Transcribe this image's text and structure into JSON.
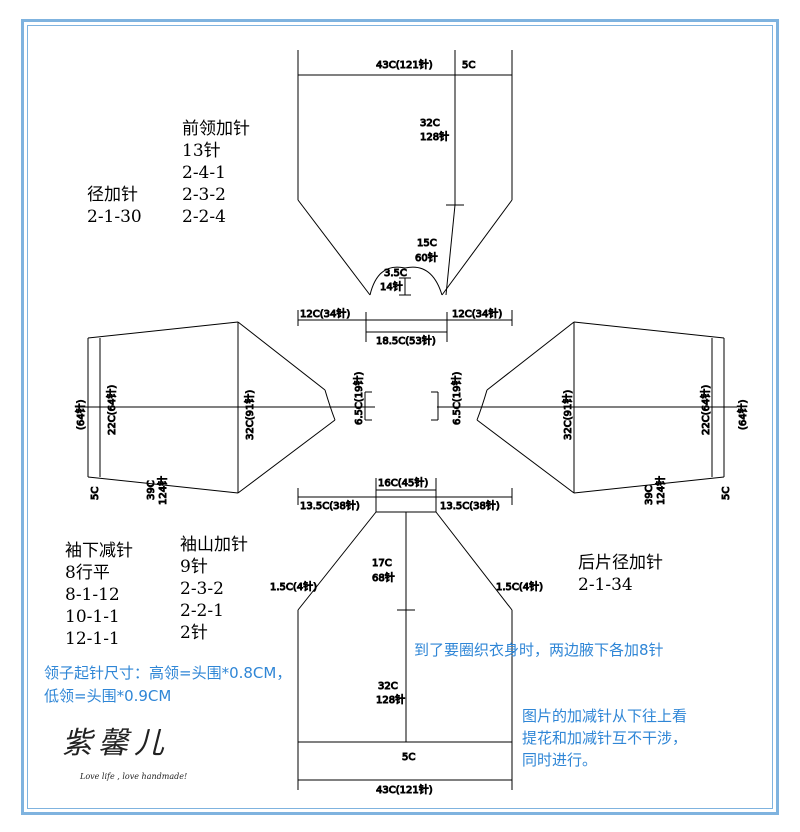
{
  "front_neck": {
    "title": "前领加针",
    "lines": [
      "13针",
      "2-4-1",
      "2-3-2",
      "2-2-4"
    ]
  },
  "diameter_inc": {
    "title": "径加针",
    "lines": [
      "2-1-30"
    ]
  },
  "sleeve_dec": {
    "title": "袖下减针",
    "lines": [
      "8行平",
      "8-1-12",
      "10-1-1",
      "12-1-1"
    ]
  },
  "sleeve_cap": {
    "title": "袖山加针",
    "lines": [
      "9针",
      "2-3-2",
      "2-2-1",
      "2针"
    ]
  },
  "back_inc": {
    "title": "后片径加针",
    "lines": [
      "2-1-34"
    ]
  },
  "notes": {
    "collar1": "领子起针尺寸：高领=头围*0.8CM，",
    "collar2": "低领=头围*0.9CM",
    "underarm": "到了要圈织衣身时，两边腋下各加8针",
    "read1": "图片的加减针从下往上看",
    "read2": "提花和加减针互不干涉，",
    "read3": "同时进行。"
  },
  "dims": {
    "top_width": "43C(121针)",
    "top_5c": "5C",
    "top_32c": "32C",
    "top_128": "128针",
    "neck_15c": "15C",
    "neck_60": "60针",
    "neck_35c": "3.5C",
    "neck_14": "14针",
    "shoulder_l": "12C(34针)",
    "shoulder_r": "12C(34针)",
    "center_185": "18.5C(53针)",
    "cap_l": "6.5C(19针)",
    "cap_r": "6.5C(19针)",
    "sl_64_l": "(64针)",
    "sl_22c_l": "22C(64针)",
    "sl_32c_l": "32C(91针)",
    "sl_5c_l": "5C",
    "sl_39c_l": "39C",
    "sl_124_l": "124针",
    "sl_64_r": "(64针)",
    "sl_22c_r": "22C(64针)",
    "sl_32c_r": "32C(91针)",
    "sl_5c_r": "5C",
    "sl_39c_r": "39C",
    "sl_124_r": "124针",
    "b_16c": "16C(45针)",
    "b_135_l": "13.5C(38针)",
    "b_135_r": "13.5C(38针)",
    "b_17c": "17C",
    "b_68": "68针",
    "b_15l": "1.5C(4针)",
    "b_15r": "1.5C(4针)",
    "b_32c": "32C",
    "b_128": "128针",
    "b_5c": "5C",
    "b_width": "43C(121针)"
  },
  "signature": {
    "mark": "紫馨儿",
    "tagline": "Love life , love handmade!"
  },
  "colors": {
    "frame": "#7fb3df",
    "note_blue": "#2f86d6",
    "line": "#000000"
  }
}
